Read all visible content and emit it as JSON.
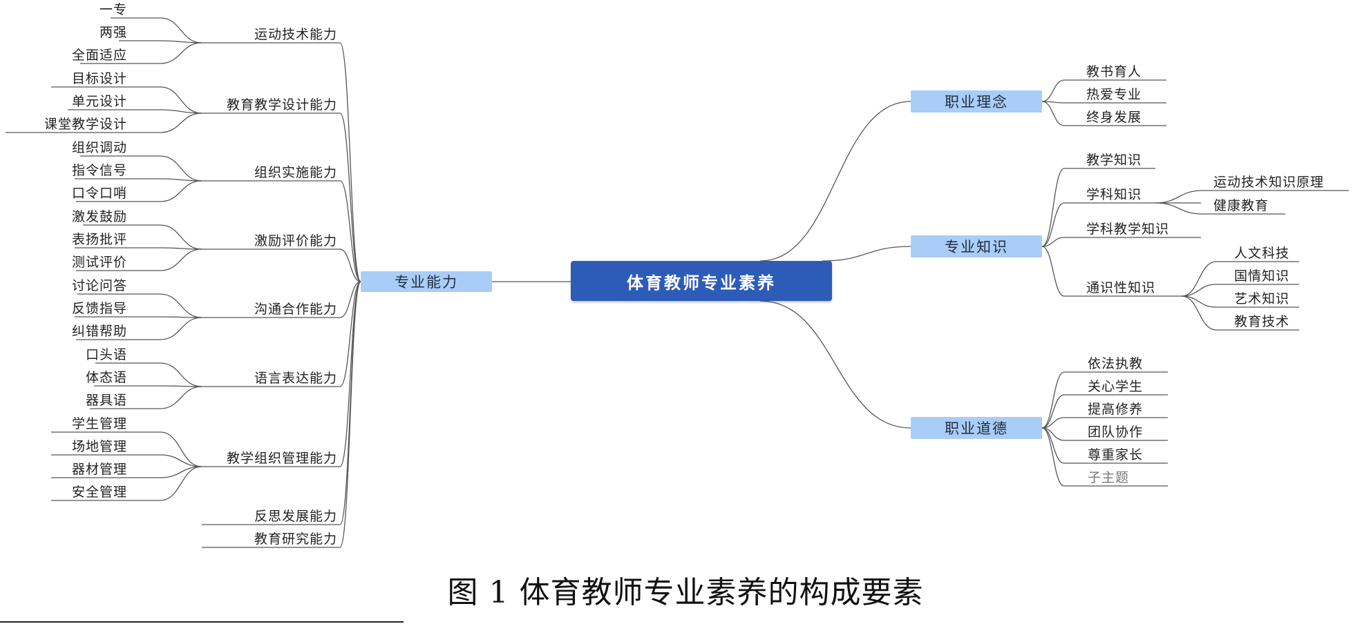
{
  "root": "体育教师专业素养",
  "left": {
    "title": "专业能力",
    "groups": [
      {
        "label": "运动技术能力",
        "items": [
          "一专",
          "两强",
          "全面适应"
        ]
      },
      {
        "label": "教育教学设计能力",
        "items": [
          "目标设计",
          "单元设计",
          "课堂教学设计"
        ]
      },
      {
        "label": "组织实施能力",
        "items": [
          "组织调动",
          "指令信号",
          "口令口哨"
        ]
      },
      {
        "label": "激励评价能力",
        "items": [
          "激发鼓励",
          "表扬批评",
          "测试评价"
        ]
      },
      {
        "label": "沟通合作能力",
        "items": [
          "讨论问答",
          "反馈指导",
          "纠错帮助"
        ]
      },
      {
        "label": "语言表达能力",
        "items": [
          "口头语",
          "体态语",
          "器具语"
        ]
      },
      {
        "label": "教学组织管理能力",
        "items": [
          "学生管理",
          "场地管理",
          "器材管理",
          "安全管理"
        ]
      },
      {
        "label": "反思发展能力",
        "items": []
      },
      {
        "label": "教育研究能力",
        "items": []
      }
    ]
  },
  "right": {
    "branches": [
      {
        "title": "职业理念",
        "items": [
          {
            "label": "教书育人"
          },
          {
            "label": "热爱专业"
          },
          {
            "label": "终身发展"
          }
        ]
      },
      {
        "title": "专业知识",
        "items": [
          {
            "label": "教学知识"
          },
          {
            "label": "学科知识",
            "children": [
              "运动技术知识原理",
              "健康教育"
            ]
          },
          {
            "label": "学科教学知识"
          },
          {
            "label": "通识性知识",
            "children": [
              "人文科技",
              "国情知识",
              "艺术知识",
              "教育技术"
            ]
          }
        ]
      },
      {
        "title": "职业道德",
        "items": [
          {
            "label": "依法执教"
          },
          {
            "label": "关心学生"
          },
          {
            "label": "提高修养"
          },
          {
            "label": "团队协作"
          },
          {
            "label": "尊重家长"
          },
          {
            "label": "子主题"
          }
        ]
      }
    ]
  },
  "caption": "图 1 体育教师专业素养的构成要素"
}
